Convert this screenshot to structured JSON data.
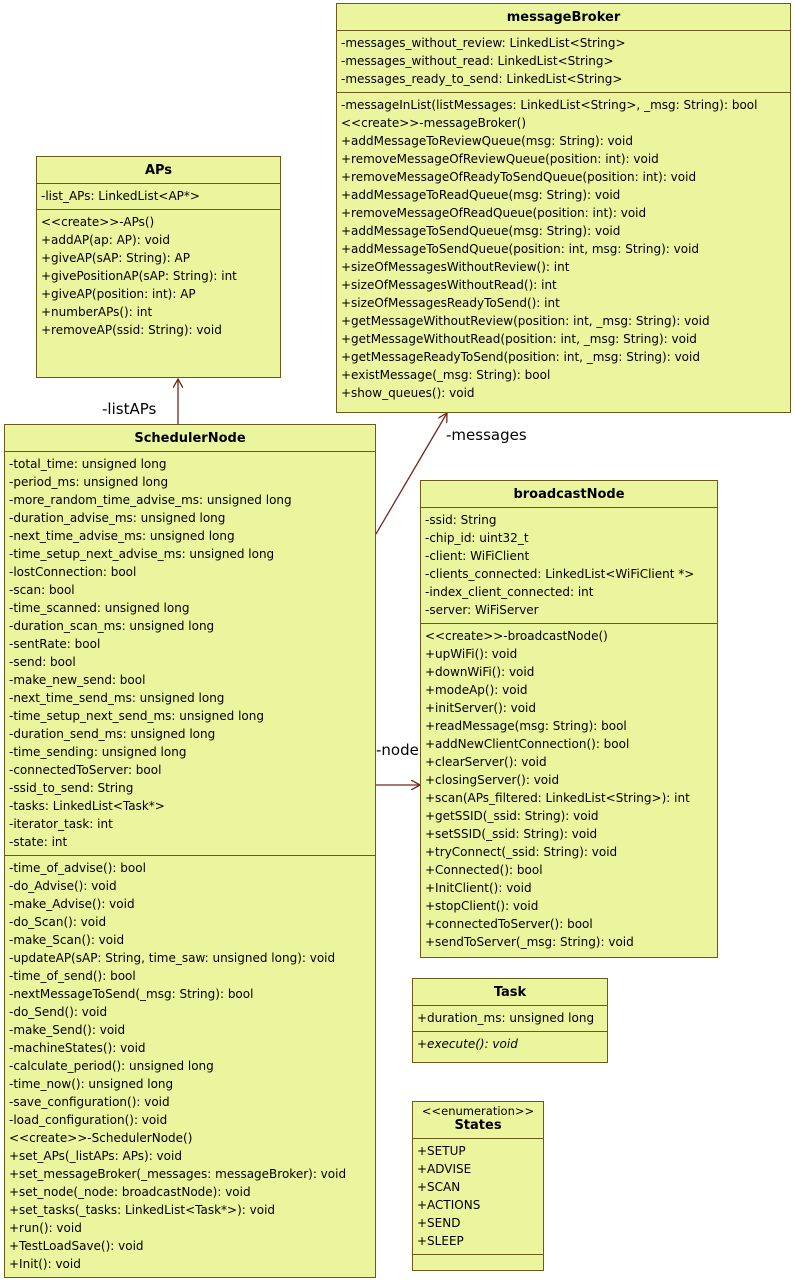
{
  "colors": {
    "class_fill": "#eaf59d",
    "class_border": "#6b5a1c",
    "link": "#6b2a1a"
  },
  "classes": {
    "aps": {
      "name": "APs",
      "attributes": [
        "-list_APs: LinkedList<AP*>"
      ],
      "operations": [
        "<<create>>-APs()",
        "+addAP(ap: AP): void",
        "+giveAP(sAP: String): AP",
        "+givePositionAP(sAP: String): int",
        "+giveAP(position: int): AP",
        "+numberAPs(): int",
        "+removeAP(ssid: String): void"
      ]
    },
    "broker": {
      "name": "messageBroker",
      "attributes": [
        "-messages_without_review: LinkedList<String>",
        "-messages_without_read: LinkedList<String>",
        "-messages_ready_to_send: LinkedList<String>"
      ],
      "operations": [
        "-messageInList(listMessages: LinkedList<String>, _msg: String): bool",
        "<<create>>-messageBroker()",
        "+addMessageToReviewQueue(msg: String): void",
        "+removeMessageOfReviewQueue(position: int): void",
        "+removeMessageOfReadyToSendQueue(position: int): void",
        "+addMessageToReadQueue(msg: String): void",
        "+removeMessageOfReadQueue(position: int): void",
        "+addMessageToSendQueue(msg: String): void",
        "+addMessageToSendQueue(position: int, msg: String): void",
        "+sizeOfMessagesWithoutReview(): int",
        "+sizeOfMessagesWithoutRead(): int",
        "+sizeOfMessagesReadyToSend(): int",
        "+getMessageWithoutReview(position: int, _msg: String): void",
        "+getMessageWithoutRead(position: int, _msg: String): void",
        "+getMessageReadyToSend(position: int, _msg: String): void",
        "+existMessage(_msg: String): bool",
        "+show_queues(): void"
      ]
    },
    "scheduler": {
      "name": "SchedulerNode",
      "attributes": [
        "-total_time: unsigned long",
        "-period_ms: unsigned long",
        "-more_random_time_advise_ms: unsigned long",
        "-duration_advise_ms: unsigned long",
        "-next_time_advise_ms: unsigned long",
        "-time_setup_next_advise_ms: unsigned long",
        "-lostConnection: bool",
        "-scan: bool",
        "-time_scanned: unsigned long",
        "-duration_scan_ms: unsigned long",
        "-sentRate: bool",
        "-send: bool",
        "-make_new_send: bool",
        "-next_time_send_ms: unsigned long",
        "-time_setup_next_send_ms: unsigned long",
        "-duration_send_ms: unsigned long",
        "-time_sending: unsigned long",
        "-connectedToServer: bool",
        "-ssid_to_send: String",
        "-tasks: LinkedList<Task*>",
        "-iterator_task: int",
        "-state: int"
      ],
      "operations": [
        "-time_of_advise(): bool",
        "-do_Advise(): void",
        "-make_Advise(): void",
        "-do_Scan(): void",
        "-make_Scan(): void",
        "-updateAP(sAP: String, time_saw: unsigned long): void",
        "-time_of_send(): bool",
        "-nextMessageToSend(_msg: String): bool",
        "-do_Send(): void",
        "-make_Send(): void",
        "-machineStates(): void",
        "-calculate_period(): unsigned long",
        "-time_now(): unsigned long",
        "-save_configuration(): void",
        "-load_configuration(): void",
        "<<create>>-SchedulerNode()",
        "+set_APs(_listAPs: APs): void",
        "+set_messageBroker(_messages: messageBroker): void",
        "+set_node(_node: broadcastNode): void",
        "+set_tasks(_tasks: LinkedList<Task*>): void",
        "+run(): void",
        "+TestLoadSave(): void",
        "+Init(): void"
      ]
    },
    "broadcast": {
      "name": "broadcastNode",
      "attributes": [
        "-ssid: String",
        "-chip_id: uint32_t",
        "-client: WiFiClient",
        "-clients_connected: LinkedList<WiFiClient *>",
        "-index_client_connected: int",
        "-server: WiFiServer"
      ],
      "operations": [
        "<<create>>-broadcastNode()",
        "+upWiFi(): void",
        "+downWiFi(): void",
        "+modeAp(): void",
        "+initServer(): void",
        "+readMessage(msg: String): bool",
        "+addNewClientConnection(): bool",
        "+clearServer(): void",
        "+closingServer(): void",
        "+scan(APs_filtered: LinkedList<String>): int",
        "+getSSID(_ssid: String): void",
        "+setSSID(_ssid: String): void",
        "+tryConnect(_ssid: String): void",
        "+Connected(): bool",
        "+InitClient(): void",
        "+stopClient(): void",
        "+connectedToServer(): bool",
        "+sendToServer(_msg: String): void"
      ]
    },
    "task": {
      "name": "Task",
      "attributes": [
        "+duration_ms: unsigned long"
      ],
      "operations": [
        "+execute(): void"
      ]
    },
    "states": {
      "stereotype": "<<enumeration>>",
      "name": "States",
      "literals": [
        "+SETUP",
        "+ADVISE",
        "+SCAN",
        "+ACTIONS",
        "+SEND",
        "+SLEEP"
      ]
    }
  },
  "links": {
    "listAPs": "-listAPs",
    "messages": "-messages",
    "node": "-node"
  }
}
